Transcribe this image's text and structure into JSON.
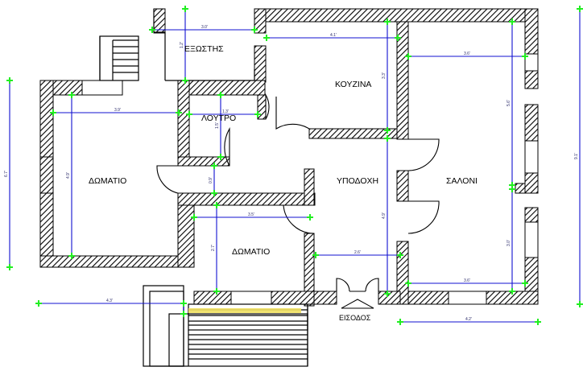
{
  "rooms": {
    "exostis": "ΕΞΩΣΤΗΣ",
    "kouzina": "ΚΟΥΖΙΝΑ",
    "loutro": "ΛΟΥΤΡΟ",
    "domatio_left": "ΔΩΜΑΤΙΟ",
    "ypodoxi": "ΥΠΟΔΟΧΗ",
    "saloni": "ΣΑΛΟΝΙ",
    "domatio_center": "ΔΩΜΑΤΙΟ",
    "eisodos": "ΕΙΣΟΔΟΣ"
  },
  "dimensions": {
    "exostis_width": "3.0'",
    "exostis_height": "1.2'",
    "kouzina_width": "4.1'",
    "kouzina_height": "3.3'",
    "saloni_width_top": "3.6'",
    "saloni_height_top": "5.6'",
    "loutro_width": "1.3'",
    "loutro_height": "1.5'",
    "domatio_left_width": "3.9'",
    "domatio_left_height": "4.9'",
    "passage_height": "0.9'",
    "ypodoxi_height": "4.9'",
    "saloni_height_bottom": "3.0'",
    "domatio_center_width": "3.5'",
    "domatio_center_height": "2.7'",
    "ypodoxi_width": "2.6'",
    "saloni_width_bottom": "3.6'",
    "stairs_width": "4.3'",
    "entrance_width": "4.2'",
    "total_left_height": "6.7'",
    "total_right_height": "9.1'"
  },
  "colors": {
    "wall": "#000000",
    "dimension_line": "#1010d0",
    "dimension_node": "#22ee22",
    "stair_highlight": "#f0e060"
  }
}
